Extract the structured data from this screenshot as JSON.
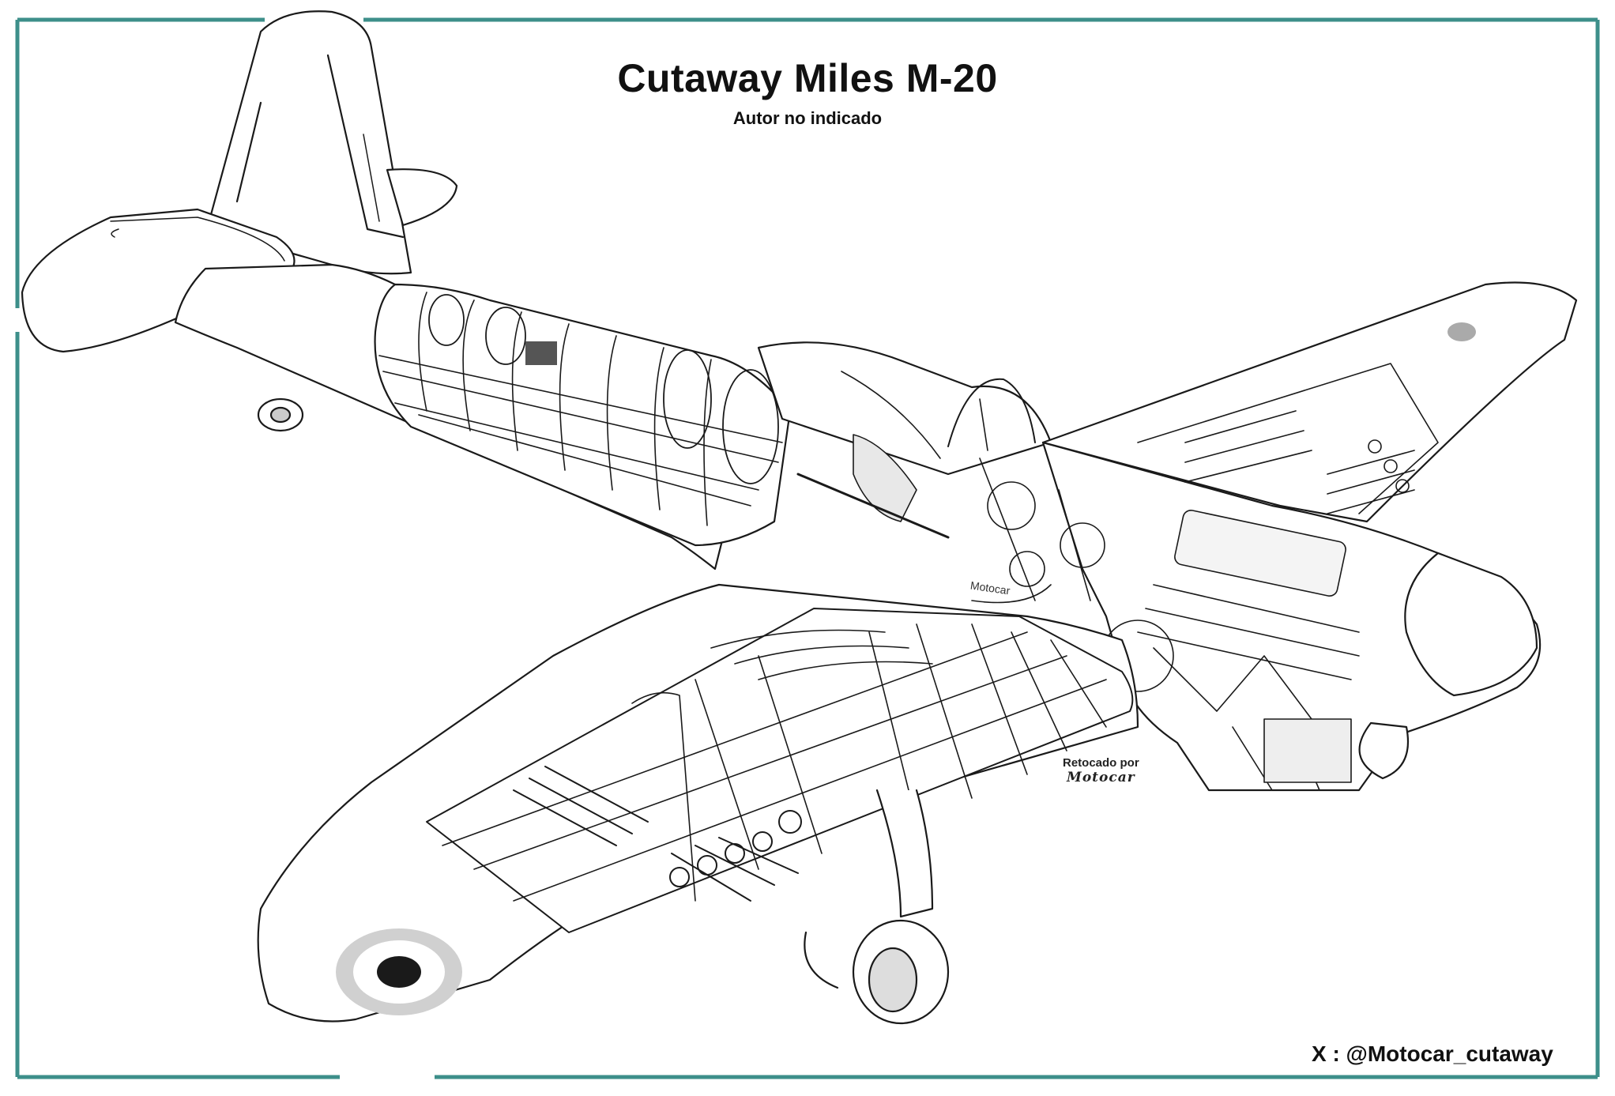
{
  "title": "Cutaway Miles M-20",
  "subtitle": "Autor no indicado",
  "credit": "X : @Motocar_cutaway",
  "retouch_label": "Retocado por",
  "retouch_signature": "Motocar",
  "watermark": "Motocar",
  "colors": {
    "frame": "#3d8f8a",
    "ink": "#1a1a1a",
    "shade": "#9a9a9a"
  }
}
